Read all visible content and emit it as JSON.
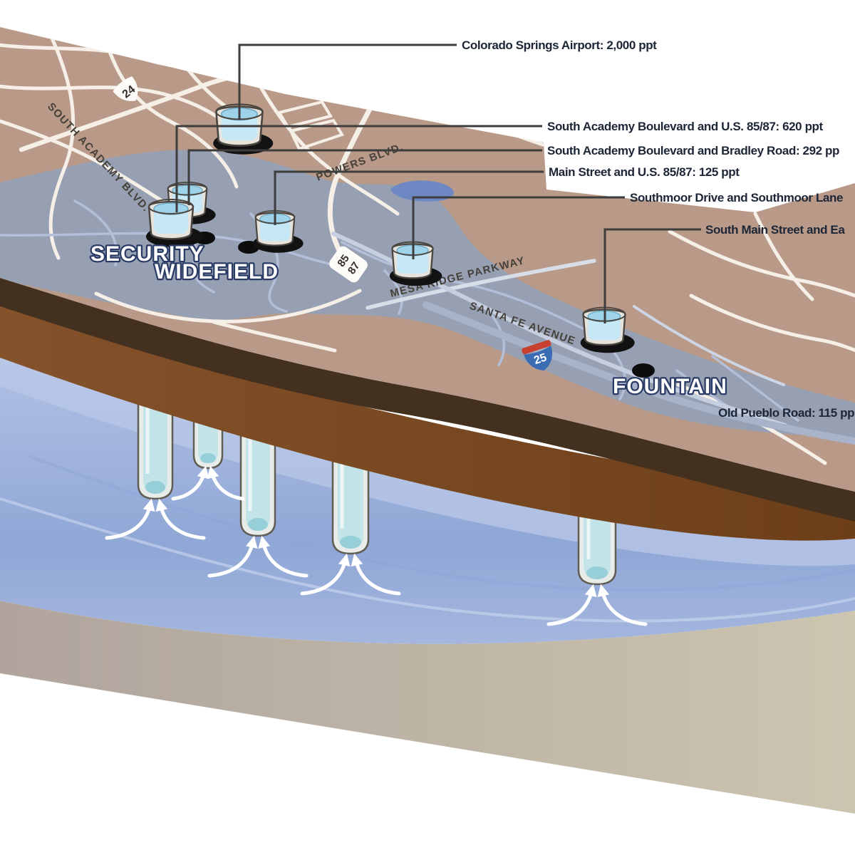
{
  "figure": {
    "description": "Cutaway 3D map of Security, Widefield and Fountain, Colorado showing groundwater sampling sites (cups), the soil layers and the aquifer below with wells drawing water upward"
  },
  "callouts": [
    {
      "id": "colorado-springs-airport",
      "label": "Colorado Springs Airport: 2,000 ppt"
    },
    {
      "id": "south-academy-us-85-87",
      "label": "South Academy Boulevard and U.S. 85/87: 620 ppt"
    },
    {
      "id": "south-academy-bradley",
      "label": "South Academy Boulevard and Bradley Road: 292 pp"
    },
    {
      "id": "main-street-us-85-87",
      "label": "Main Street and U.S. 85/87: 125 ppt"
    },
    {
      "id": "southmoor",
      "label": "Southmoor Drive and Southmoor Lane"
    },
    {
      "id": "south-main-street",
      "label": "South Main Street and Ea"
    },
    {
      "id": "old-pueblo-road",
      "label": "Old Pueblo Road: 115 pp"
    }
  ],
  "map_labels": {
    "cities": [
      {
        "name": "SECURITY"
      },
      {
        "name": "WIDEFIELD"
      },
      {
        "name": "FOUNTAIN"
      }
    ],
    "roads": [
      {
        "name": "SOUTH ACADEMY BLVD."
      },
      {
        "name": "POWERS BLVD."
      },
      {
        "name": "MESA RIDGE PARKWAY"
      },
      {
        "name": "SANTA FE AVENUE"
      }
    ],
    "shields": {
      "us24": "24",
      "us85": "85",
      "us87": "87",
      "i25": "25"
    }
  },
  "colors": {
    "land_tan": "#b99a88",
    "urban_gray_blue": "#96a0b2",
    "lake_blue": "#6e88c3",
    "dark_soil_rim": "#44301f",
    "soil_sienna": "#7b4a21",
    "aquifer_blue": "#9fb2dc",
    "bedrock_tan": "#bdb3a6",
    "cup_water": "#9fd3ea",
    "callout_text": "#1c2636",
    "leader_line": "#3d3d3d"
  }
}
